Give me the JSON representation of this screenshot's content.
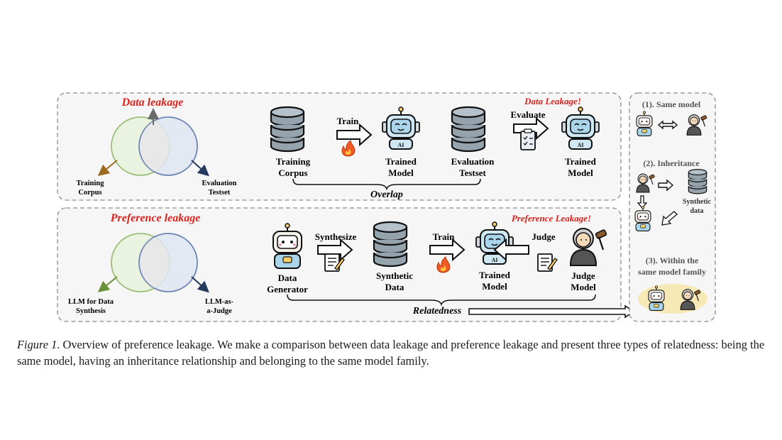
{
  "top_panel": {
    "title": "Data leakage",
    "venn_left_label": [
      "Training",
      "Corpus"
    ],
    "venn_right_label": [
      "Evaluation",
      "Testset"
    ],
    "flow": {
      "train_label": "Train",
      "evaluate_label": "Evaluate",
      "leak_label": "Data Leakage!",
      "training_corpus": [
        "Training",
        "Corpus"
      ],
      "trained_model_1": [
        "Trained",
        "Model"
      ],
      "evaluation_testset": [
        "Evaluation",
        "Testset"
      ],
      "trained_model_2": [
        "Trained",
        "Model"
      ],
      "overlap_label": "Overlap"
    }
  },
  "bottom_panel": {
    "title": "Preference leakage",
    "venn_left_label": [
      "LLM for Data",
      "Synthesis"
    ],
    "venn_right_label": [
      "LLM-as-",
      "a-Judge"
    ],
    "flow": {
      "synthesize_label": "Synthesize",
      "train_label": "Train",
      "judge_label": "Judge",
      "leak_label": "Preference Leakage!",
      "data_generator": [
        "Data",
        "Generator"
      ],
      "synthetic_data": [
        "Synthetic",
        "Data"
      ],
      "trained_model": [
        "Trained",
        "Model"
      ],
      "judge_model": [
        "Judge",
        "Model"
      ],
      "relatedness_label": "Relatedness"
    }
  },
  "side_panel": {
    "same_model": "(1). Same model",
    "inheritance": "(2). Inheritance",
    "synthetic_data": [
      "Synthetic",
      "data"
    ],
    "within_family": [
      "(3). Within the",
      "same model family"
    ]
  },
  "caption": {
    "label": "Figure 1",
    "text": ". Overview of preference leakage. We make a comparison between data leakage and preference leakage and present three types of relatedness: being the same model, having an inheritance relationship and belonging to the same model family."
  },
  "colors": {
    "red_title": "#d9231d",
    "venn_green": "#e9f3df",
    "venn_blue": "#dfe6f2",
    "robot_blue": "#a9d4ea",
    "panel_bg": "#f4f4f4"
  }
}
